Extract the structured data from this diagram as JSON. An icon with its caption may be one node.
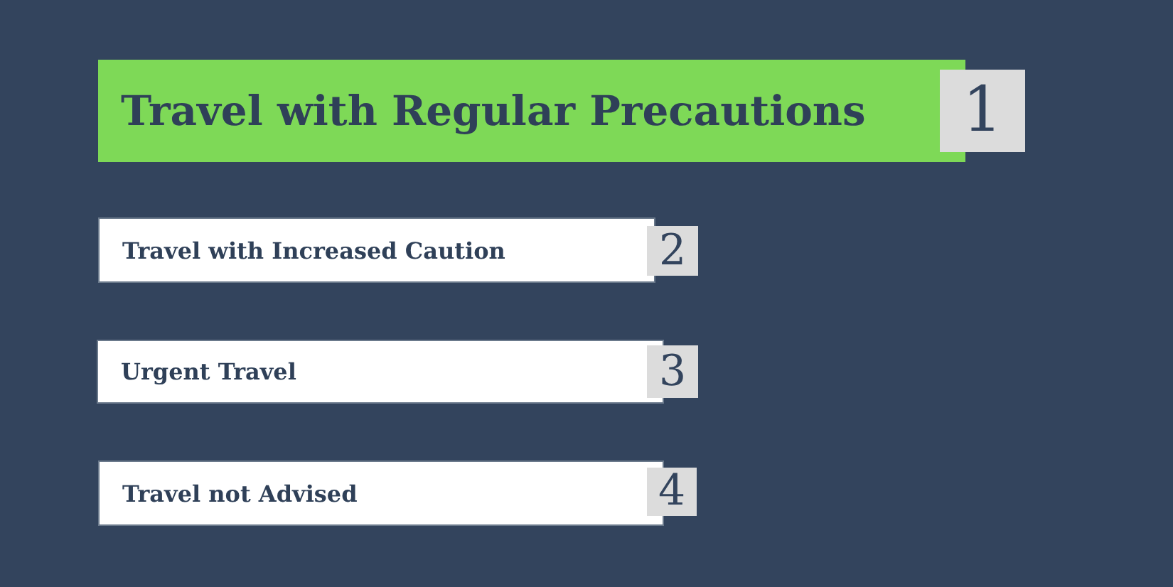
{
  "diagram": {
    "nodes": [
      {
        "text": [
          "Travel with Regular Precautions"
        ]
      },
      {
        "text": [
          "1"
        ]
      },
      {
        "text": [
          "Travel with Increased Caution"
        ]
      },
      {
        "text": [
          "2"
        ]
      },
      {
        "text": [
          "Urgent Travel"
        ]
      },
      {
        "text": [
          "3"
        ]
      },
      {
        "text": [
          "Travel not Advised"
        ]
      },
      {
        "text": [
          "4"
        ]
      }
    ]
  }
}
